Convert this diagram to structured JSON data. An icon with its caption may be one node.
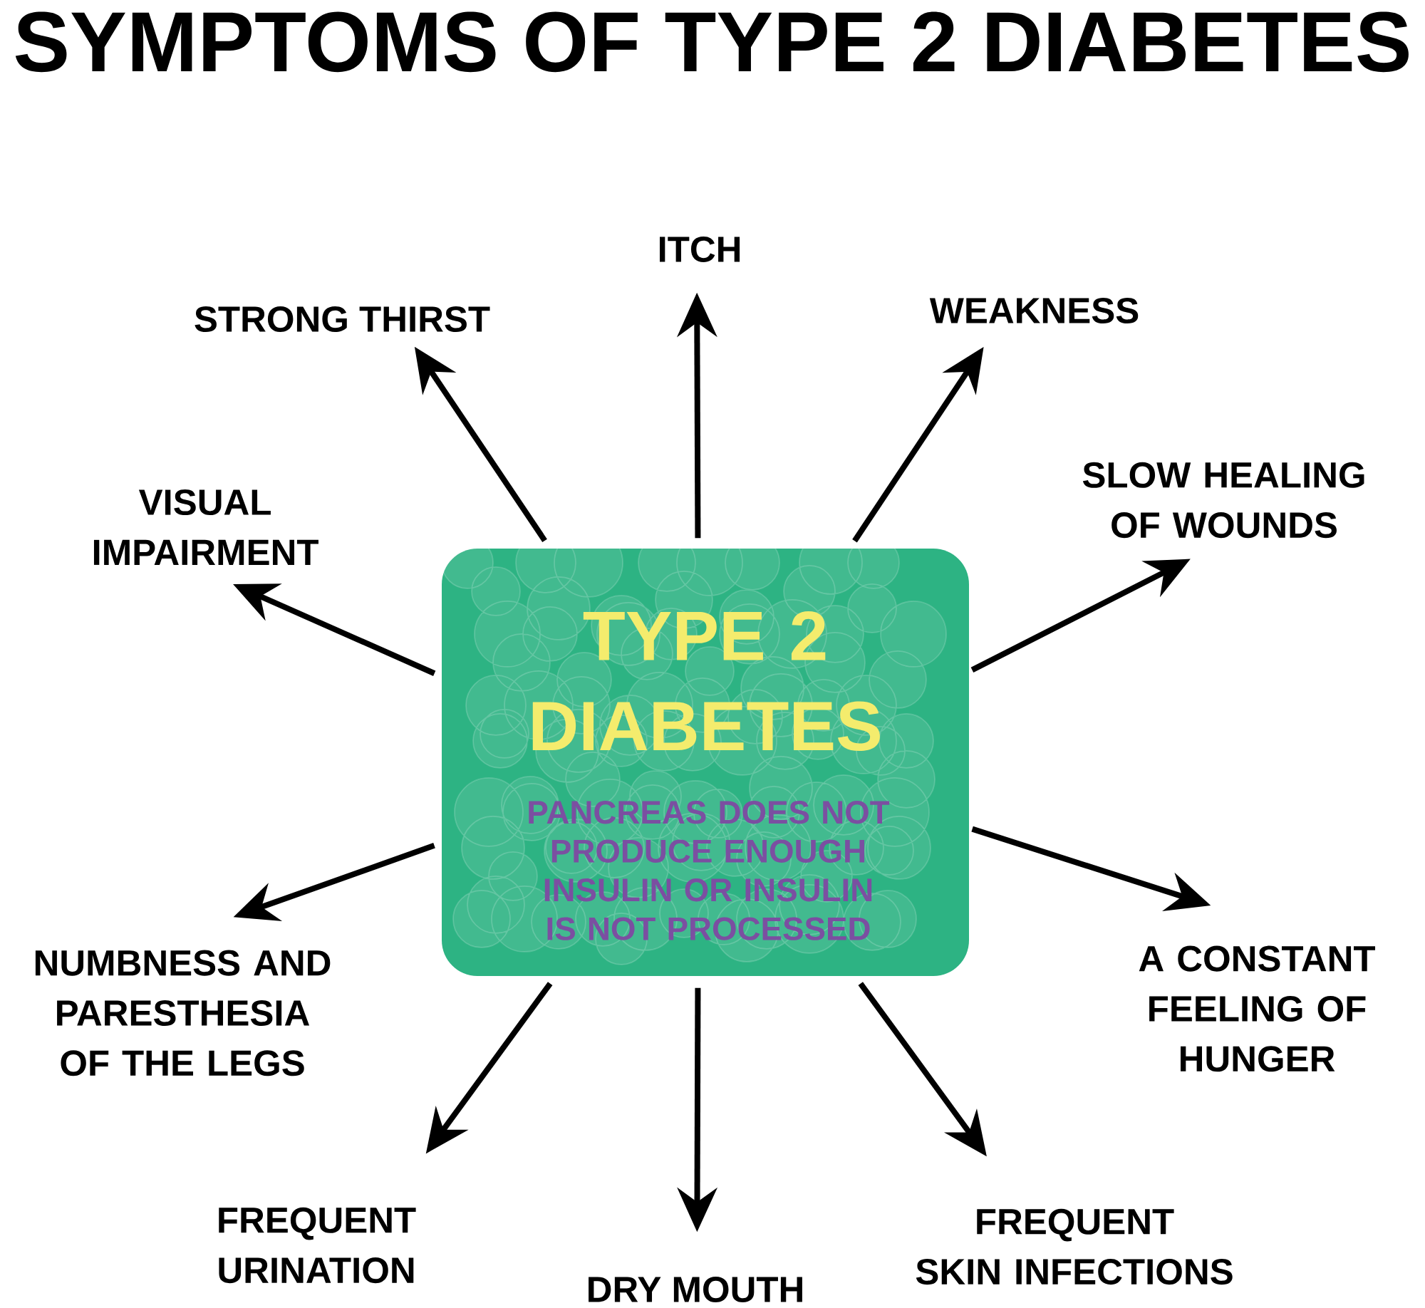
{
  "diagram": {
    "title": "SYMPTOMS OF TYPE 2 DIABETES",
    "nodes": [
      {
        "text": [
          "TYPE 2 DIABETES",
          "PANCREAS DOES NOT PRODUCE ENOUGH INSULIN OR INSULIN IS NOT PROCESSED"
        ]
      },
      {
        "text": [
          "ITCH"
        ]
      },
      {
        "text": [
          "WEAKNESS"
        ]
      },
      {
        "text": [
          "SLOW HEALING OF WOUNDS"
        ]
      },
      {
        "text": [
          "A CONSTANT FEELING OF HUNGER"
        ]
      },
      {
        "text": [
          "FREQUENT SKIN INFECTIONS"
        ]
      },
      {
        "text": [
          "DRY MOUTH"
        ]
      },
      {
        "text": [
          "FREQUENT URINATION"
        ]
      },
      {
        "text": [
          "NUMBNESS AND PARESTHESIA OF THE LEGS"
        ]
      },
      {
        "text": [
          "VISUAL IMPAIRMENT"
        ]
      },
      {
        "text": [
          "STRONG THIRST"
        ]
      }
    ],
    "edges": [
      {
        "from": 0,
        "to": 1,
        "arrow": "to"
      },
      {
        "from": 0,
        "to": 2,
        "arrow": "to"
      },
      {
        "from": 0,
        "to": 3,
        "arrow": "to"
      },
      {
        "from": 0,
        "to": 4,
        "arrow": "to"
      },
      {
        "from": 0,
        "to": 5,
        "arrow": "to"
      },
      {
        "from": 0,
        "to": 6,
        "arrow": "to"
      },
      {
        "from": 0,
        "to": 7,
        "arrow": "to"
      },
      {
        "from": 0,
        "to": 8,
        "arrow": "to"
      },
      {
        "from": 0,
        "to": 9,
        "arrow": "to"
      },
      {
        "from": 0,
        "to": 10,
        "arrow": "to"
      }
    ]
  }
}
